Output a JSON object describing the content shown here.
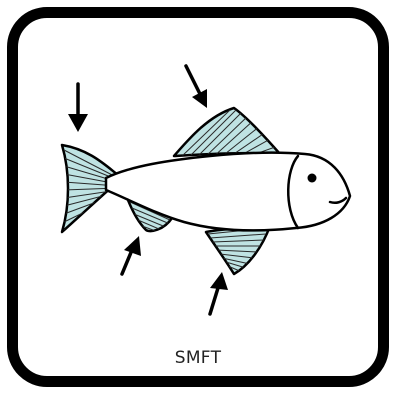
{
  "card": {
    "caption": "SMFT"
  },
  "illustration": {
    "subject": "fish",
    "fin_color": "#bfe3e3",
    "body_color": "#ffffff",
    "outline_color": "#000000",
    "arrow_count": 4
  }
}
